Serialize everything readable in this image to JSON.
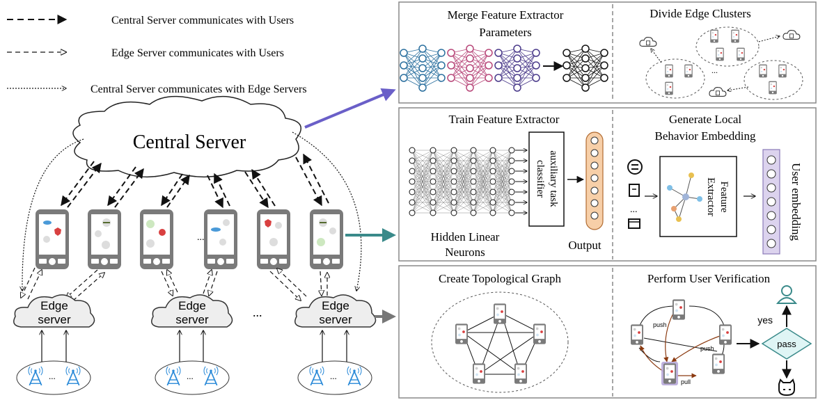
{
  "legend": {
    "central_users": "Central Server  communicates with Users",
    "edge_users": "Edge Server communicates with Users",
    "central_edge": "Central Server communicates with Edge Servers"
  },
  "central_server": "Central Server",
  "edge_server_line1": "Edge",
  "edge_server_line2": "server",
  "ellipsis": "...",
  "panel_merge": {
    "title_line1": "Merge Feature Extractor",
    "title_line2": "Parameters"
  },
  "panel_divide": {
    "title": "Divide Edge Clusters",
    "ellipsis": "..."
  },
  "panel_train": {
    "title": "Train Feature Extractor",
    "classifier_line1": "auxiliary task",
    "classifier_line2": "classifier",
    "hidden_line1": "Hidden Linear",
    "hidden_line2": "Neurons",
    "output": "Output"
  },
  "panel_generate": {
    "title_line1": "Generate Local",
    "title_line2": "Behavior Embedding",
    "extractor_line1": "Feature",
    "extractor_line2": "Extractor",
    "user_embedding": "User embedding",
    "ellipsis": "..."
  },
  "panel_topo": {
    "title": "Create Topological Graph"
  },
  "panel_verify": {
    "title": "Perform User Verification",
    "push1": "push",
    "push2": "push",
    "pull": "pull",
    "yes": "yes",
    "pass": "pass"
  },
  "colors": {
    "net_blue": "#2a6f9e",
    "net_pink": "#b8487a",
    "net_purple": "#4a3a8a",
    "arrow_purple": "#6a5fc8",
    "arrow_teal": "#3a8a8a",
    "output_fill": "#f7cfa8",
    "embed_fill": "#dcd3ee",
    "phone_gray": "#7a7a7a",
    "brown": "#8b3a10"
  }
}
